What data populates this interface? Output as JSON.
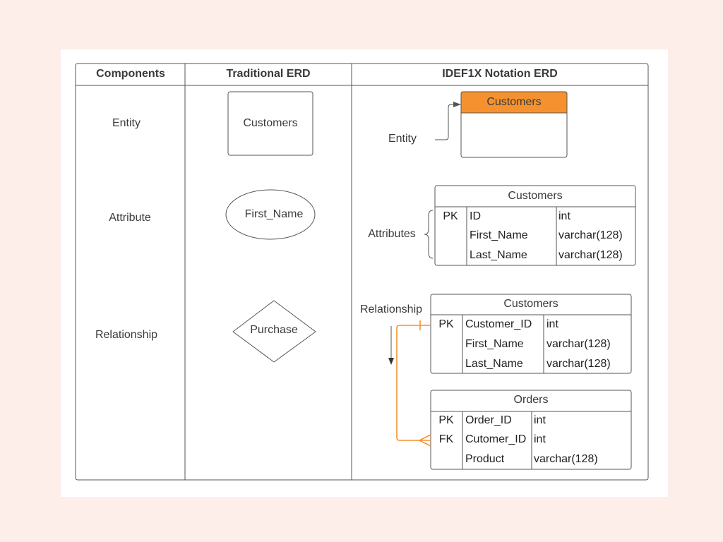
{
  "headers": {
    "components": "Components",
    "traditional": "Traditional ERD",
    "idef1x": "IDEF1X Notation ERD"
  },
  "rows": {
    "entity": "Entity",
    "attribute": "Attribute",
    "relationship": "Relationship"
  },
  "traditional": {
    "entity": "Customers",
    "attribute": "First_Name",
    "relationship": "Purchase"
  },
  "idef1x": {
    "entity_label": "Entity",
    "entity_title": "Customers",
    "attributes_label": "Attributes",
    "relationship_label": "Relationship",
    "attr_table": {
      "title": "Customers",
      "keys": [
        "PK",
        "",
        ""
      ],
      "names": [
        "ID",
        "First_Name",
        "Last_Name"
      ],
      "types": [
        "int",
        "varchar(128)",
        "varchar(128)"
      ]
    },
    "rel_customers": {
      "title": "Customers",
      "keys": [
        "PK",
        "",
        ""
      ],
      "names": [
        "Customer_ID",
        "First_Name",
        "Last_Name"
      ],
      "types": [
        "int",
        "varchar(128)",
        "varchar(128)"
      ]
    },
    "rel_orders": {
      "title": "Orders",
      "keys": [
        "PK",
        "FK",
        ""
      ],
      "names": [
        "Order_ID",
        "Cutomer_ID",
        "Product"
      ],
      "types": [
        "int",
        "int",
        "varchar(128)"
      ]
    }
  },
  "colors": {
    "accent": "#f5922f",
    "background": "#fdeeea",
    "stroke": "#555555"
  }
}
